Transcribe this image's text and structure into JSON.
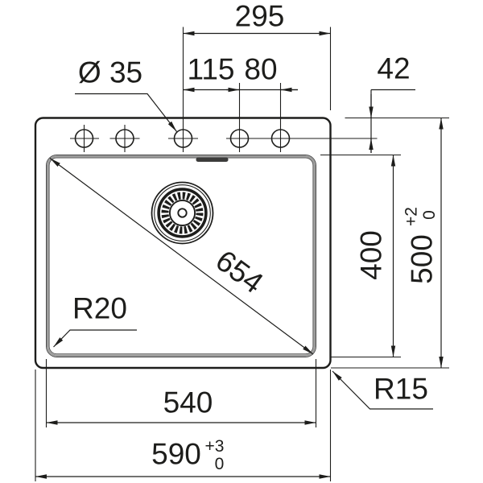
{
  "drawing": {
    "labels": {
      "top_span": "295",
      "hole_pitch_a": "115",
      "hole_pitch_b": "80",
      "hole_diameter": "Ø 35",
      "edge_to_holes": "42",
      "bowl_length": "400",
      "overall_depth": "500",
      "overall_depth_tol_upper": "+2",
      "overall_depth_tol_lower": "0",
      "diagonal": "654",
      "bowl_width": "540",
      "overall_width": "590",
      "overall_width_tol_upper": "+3",
      "overall_width_tol_lower": "0",
      "inner_corner_radius": "R20",
      "outer_corner_radius": "R15"
    },
    "colors": {
      "line": "#1d1d1b",
      "bowl_rim": "#9d9d9c",
      "overflow": "#3c3c3b",
      "background": "#ffffff"
    }
  }
}
